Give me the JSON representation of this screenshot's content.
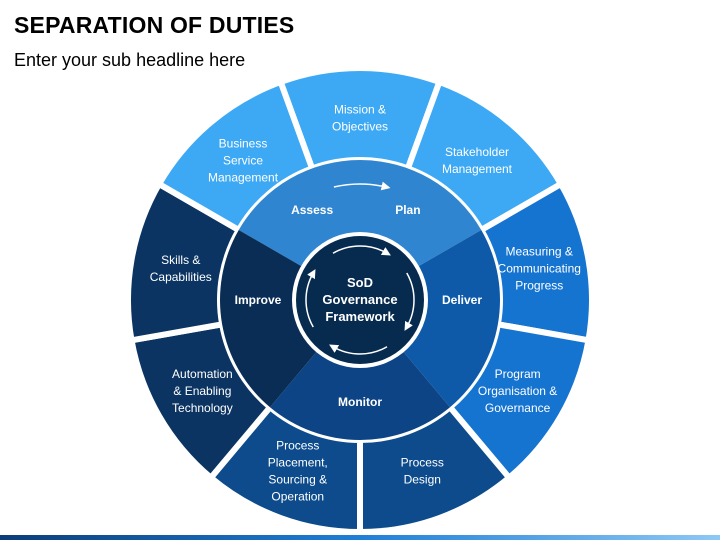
{
  "header": {
    "title": "SEPARATION OF DUTIES",
    "subtitle": "Enter your sub headline here"
  },
  "center": {
    "lines": [
      "SoD",
      "Governance",
      "Framework"
    ]
  },
  "phases": [
    {
      "id": "assess",
      "label": "Assess"
    },
    {
      "id": "plan",
      "label": "Plan"
    },
    {
      "id": "deliver",
      "label": "Deliver"
    },
    {
      "id": "monitor",
      "label": "Monitor"
    },
    {
      "id": "improve",
      "label": "Improve"
    }
  ],
  "segments": [
    {
      "id": "mission",
      "lines": [
        "Mission &",
        "Objectives"
      ],
      "color": "#3da9f5"
    },
    {
      "id": "stakeholder",
      "lines": [
        "Stakeholder",
        "Management"
      ],
      "color": "#3da9f5"
    },
    {
      "id": "measuring",
      "lines": [
        "Measuring &",
        "Communicating",
        "Progress"
      ],
      "color": "#1674d1"
    },
    {
      "id": "program",
      "lines": [
        "Program",
        "Organisation &",
        "Governance"
      ],
      "color": "#1674d1"
    },
    {
      "id": "process-design",
      "lines": [
        "Process",
        "Design"
      ],
      "color": "#0d4b8c"
    },
    {
      "id": "process-placement",
      "lines": [
        "Process",
        "Placement,",
        "Sourcing &",
        "Operation"
      ],
      "color": "#0d4b8c"
    },
    {
      "id": "automation",
      "lines": [
        "Automation",
        "& Enabling",
        "Technology"
      ],
      "color": "#0b3462"
    },
    {
      "id": "skills",
      "lines": [
        "Skills &",
        "Capabilities"
      ],
      "color": "#0b3462"
    },
    {
      "id": "business",
      "lines": [
        "Business",
        "Service",
        "Management"
      ],
      "color": "#3da9f5"
    }
  ],
  "colors": {
    "assess_plan": "#2f85d0",
    "deliver": "#0f5aa8",
    "monitor": "#0d4485",
    "improve": "#0a2d55",
    "core": "#072a4f"
  }
}
